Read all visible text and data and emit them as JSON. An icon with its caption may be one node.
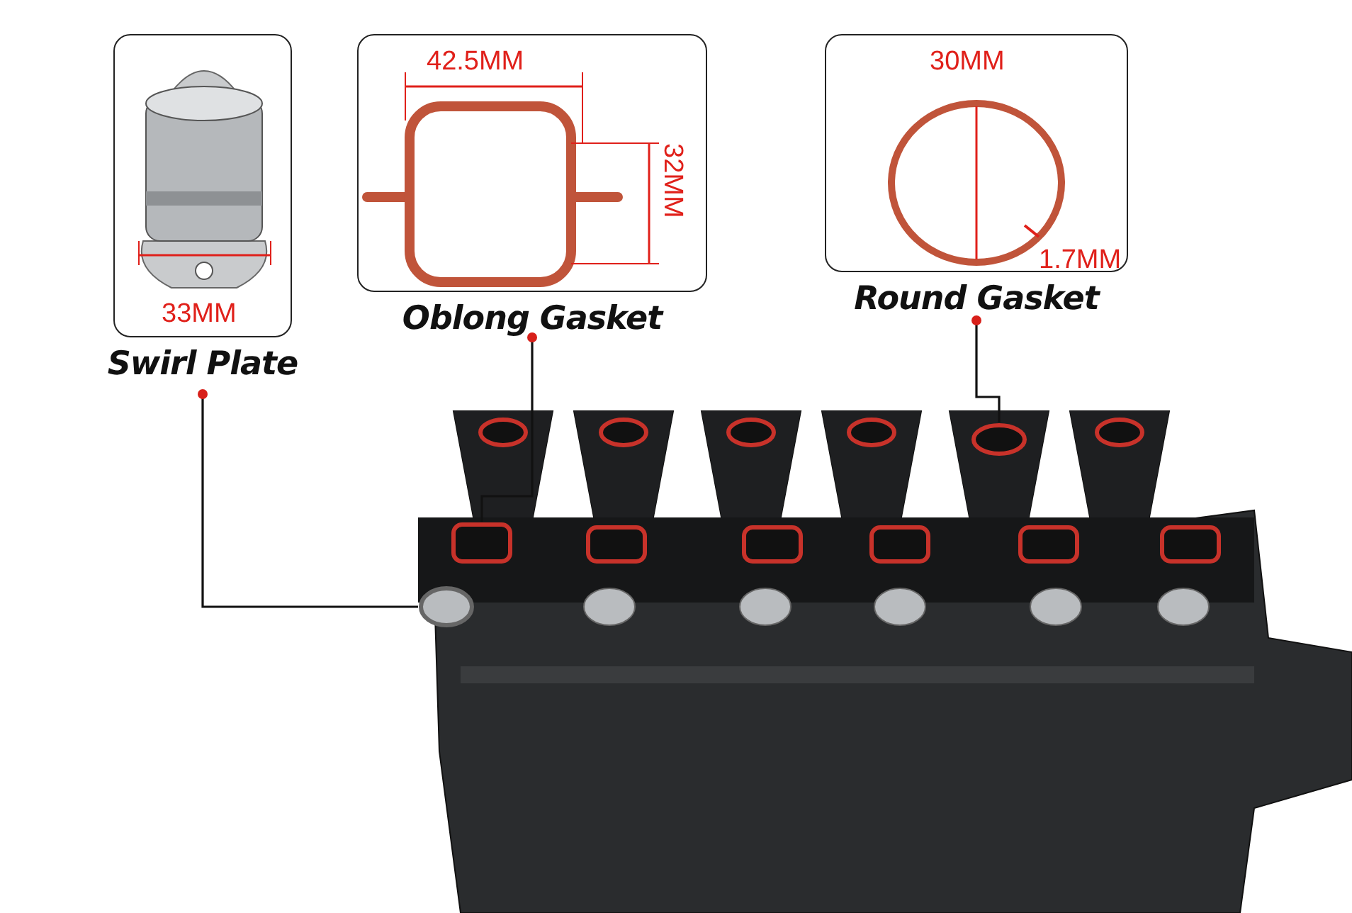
{
  "diagram": {
    "nodes": [
      {
        "text": [
          "Swirl Plate"
        ]
      },
      {
        "text": [
          "Oblong Gasket"
        ]
      },
      {
        "text": [
          "Round Gasket"
        ]
      },
      {
        "text": [],
        "shape": "picture"
      },
      {
        "text": [],
        "shape": "circle",
        "in": 3
      },
      {
        "text": [],
        "shape": "box",
        "in": 3
      },
      {
        "text": [],
        "shape": "circle",
        "in": 3
      }
    ],
    "edges": [
      {
        "from": 0,
        "to": 4,
        "arrow": "other"
      },
      {
        "from": 1,
        "to": 5,
        "arrow": "other"
      },
      {
        "from": 2,
        "to": 6,
        "arrow": "other"
      }
    ],
    "labels": [
      "42.5MM",
      "30MM",
      "32MM",
      "1.7MM",
      "33MM"
    ]
  }
}
